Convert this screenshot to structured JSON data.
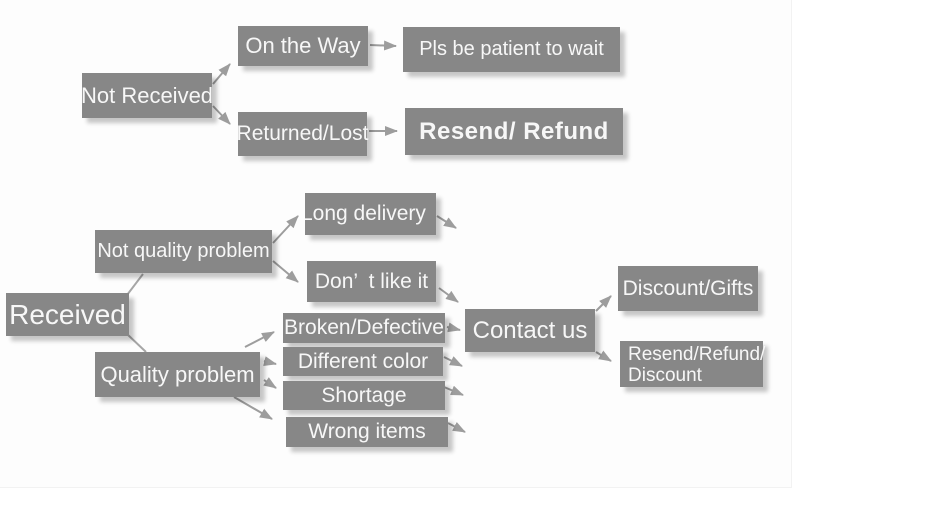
{
  "diagram": {
    "type": "flowchart",
    "colors": {
      "node_fill": "#878787",
      "node_text": "#f7f7f7",
      "arrow": "#9d9d9d",
      "background": "#fdfdfd"
    },
    "nodes": {
      "not_received": "Not Received",
      "on_the_way": "On the Way",
      "pls_wait": "Pls be patient to wait",
      "returned_lost": "Returned/Lost",
      "resend_refund": "Resend/ Refund",
      "received": "Received",
      "not_quality_problem": "Not quality problem",
      "long_delivery": "Long delivery",
      "dont_like_it": "Don’ t like it",
      "quality_problem": "Quality problem",
      "broken_defective": "Broken/Defective",
      "different_color": "Different color",
      "shortage": "Shortage",
      "wrong_items": "Wrong items",
      "contact_us": "Contact us",
      "discount_gifts": "Discount/Gifts",
      "resend_refund_discount": "Resend/Refund/ Discount"
    },
    "edges": [
      {
        "from": "not_received",
        "to": "on_the_way"
      },
      {
        "from": "not_received",
        "to": "returned_lost"
      },
      {
        "from": "on_the_way",
        "to": "pls_wait"
      },
      {
        "from": "returned_lost",
        "to": "resend_refund"
      },
      {
        "from": "received",
        "to": "not_quality_problem"
      },
      {
        "from": "received",
        "to": "quality_problem"
      },
      {
        "from": "not_quality_problem",
        "to": "long_delivery"
      },
      {
        "from": "not_quality_problem",
        "to": "dont_like_it"
      },
      {
        "from": "long_delivery",
        "to": "contact_us"
      },
      {
        "from": "dont_like_it",
        "to": "contact_us"
      },
      {
        "from": "quality_problem",
        "to": "broken_defective"
      },
      {
        "from": "quality_problem",
        "to": "different_color"
      },
      {
        "from": "quality_problem",
        "to": "shortage"
      },
      {
        "from": "quality_problem",
        "to": "wrong_items"
      },
      {
        "from": "broken_defective",
        "to": "contact_us"
      },
      {
        "from": "different_color",
        "to": "contact_us"
      },
      {
        "from": "shortage",
        "to": "contact_us"
      },
      {
        "from": "wrong_items",
        "to": "contact_us"
      },
      {
        "from": "contact_us",
        "to": "discount_gifts"
      },
      {
        "from": "contact_us",
        "to": "resend_refund_discount"
      }
    ]
  }
}
